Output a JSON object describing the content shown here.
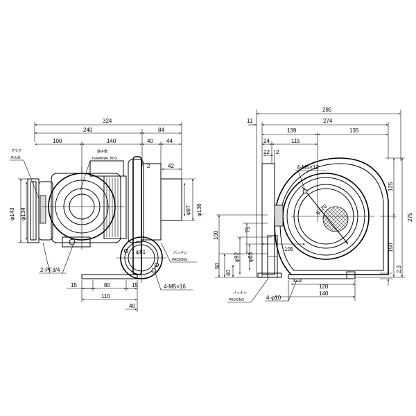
{
  "left_view": {
    "dims": {
      "overall_width": "324",
      "to_outlet_face": "240",
      "outlet_width": "84",
      "motor_left": "100",
      "motor_mid": "140",
      "flange_a": "40",
      "flange_b": "44",
      "outlet_small": "2",
      "outlet_offset": "42",
      "dia_143": "φ143",
      "dia_134": "φ134",
      "dia_97": "φ97",
      "dia_136": "φ136",
      "dia_81": "φ81",
      "base_15_left": "15",
      "base_80": "80",
      "base_15_right": "15",
      "base_110": "110",
      "base_40": "40"
    },
    "labels": {
      "plug_jp": "プラグ",
      "plug_en": "PLUG",
      "terminal_jp": "端子箱",
      "terminal_en": "TERMINAL BOX",
      "packing_jp": "パッキン",
      "packing_en": "PACKING",
      "pipe_thread": "2-PF3/4",
      "bolt": "4-M5×16"
    }
  },
  "right_view": {
    "dims": {
      "overall_width": "285",
      "d_11": "11",
      "d_274": "274",
      "d_139": "139",
      "d_135": "135",
      "d_24": "24",
      "d_115": "115",
      "d_22": "22",
      "d_2": "2",
      "height_125": "125",
      "height_275": "275",
      "height_150": "150",
      "d_100": "100",
      "d_75": "75",
      "d_50": "50",
      "d_40": "40",
      "dia_92": "φ92",
      "dia_63": "φ63",
      "d_105": "105",
      "dia_120": "φ120",
      "d_120": "120",
      "d_140": "140",
      "d_2_3": "2.3"
    },
    "labels": {
      "bolt": "4-M5×12",
      "packing_jp": "パッキン",
      "packing_en": "PACKING",
      "holes": "4-φ10"
    }
  }
}
